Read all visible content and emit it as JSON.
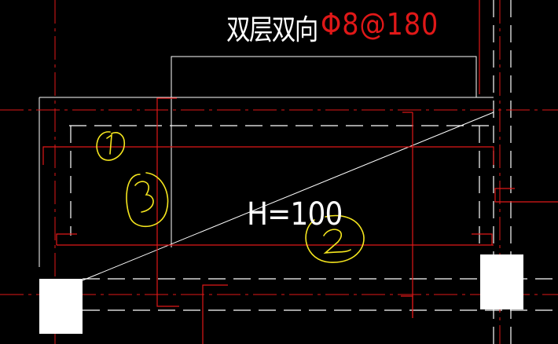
{
  "title": "双层双向",
  "rebar_spec": "Φ8@180",
  "thickness_label": "H=100",
  "markers": [
    {
      "id": "1",
      "label": "1"
    },
    {
      "id": "3",
      "label": "3"
    },
    {
      "id": "2",
      "label": "2"
    }
  ],
  "colors": {
    "background": "#000000",
    "outline": "#ffffff",
    "rebar": "#e01818",
    "annotation": "#f5e61e"
  }
}
